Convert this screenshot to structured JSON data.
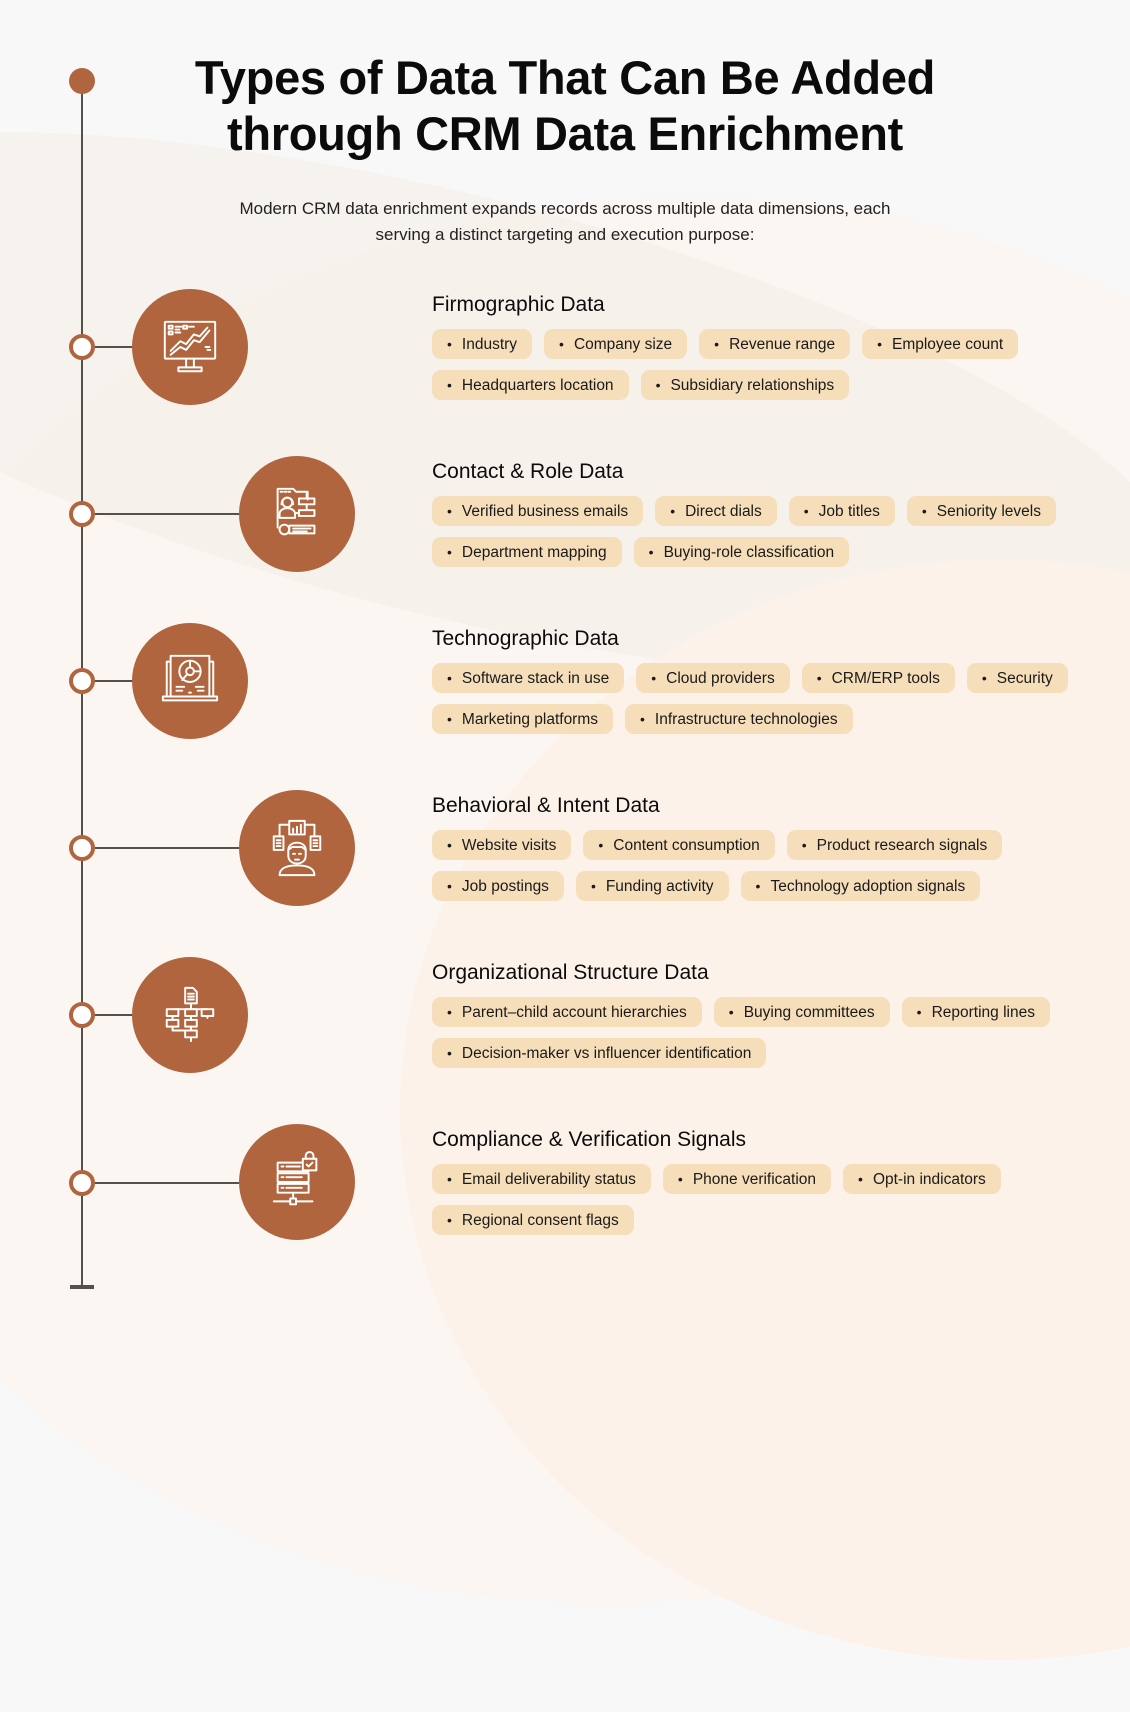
{
  "header": {
    "title_line1": "Types of Data That Can Be Added",
    "title_line2": "through CRM Data Enrichment",
    "subtitle_line1": "Modern CRM data enrichment expands records across multiple data dimensions, each",
    "subtitle_line2": "serving a distinct targeting and execution purpose:"
  },
  "colors": {
    "accent": "#b0653f",
    "tag_bg": "#f6deba",
    "timeline": "#55504c"
  },
  "sections": [
    {
      "title": "Firmographic Data",
      "icon": "monitor-chart-icon",
      "tags": [
        "Industry",
        "Company size",
        "Revenue range",
        "Employee count",
        "Headquarters location",
        "Subsidiary relationships"
      ]
    },
    {
      "title": "Contact & Role Data",
      "icon": "contact-profile-icon",
      "tags": [
        "Verified business emails",
        "Direct dials",
        "Job titles",
        "Seniority levels",
        "Department mapping",
        "Buying-role classification"
      ]
    },
    {
      "title": "Technographic Data",
      "icon": "laptop-pie-chart-icon",
      "tags": [
        "Software stack in use",
        "Cloud providers",
        "CRM/ERP tools",
        "Security",
        "Marketing platforms",
        "Infrastructure technologies"
      ]
    },
    {
      "title": "Behavioral & Intent Data",
      "icon": "person-analytics-icon",
      "tags": [
        "Website visits",
        "Content consumption",
        "Product research signals",
        "Job postings",
        "Funding activity",
        "Technology adoption signals"
      ]
    },
    {
      "title": "Organizational Structure Data",
      "icon": "org-chart-icon",
      "tags": [
        "Parent–child account hierarchies",
        "Buying committees",
        "Reporting lines",
        "Decision-maker vs influencer identification"
      ]
    },
    {
      "title": "Compliance & Verification Signals",
      "icon": "secure-server-icon",
      "tags": [
        "Email deliverability status",
        "Phone verification",
        "Opt-in indicators",
        "Regional consent flags"
      ]
    }
  ],
  "bullet": "•"
}
